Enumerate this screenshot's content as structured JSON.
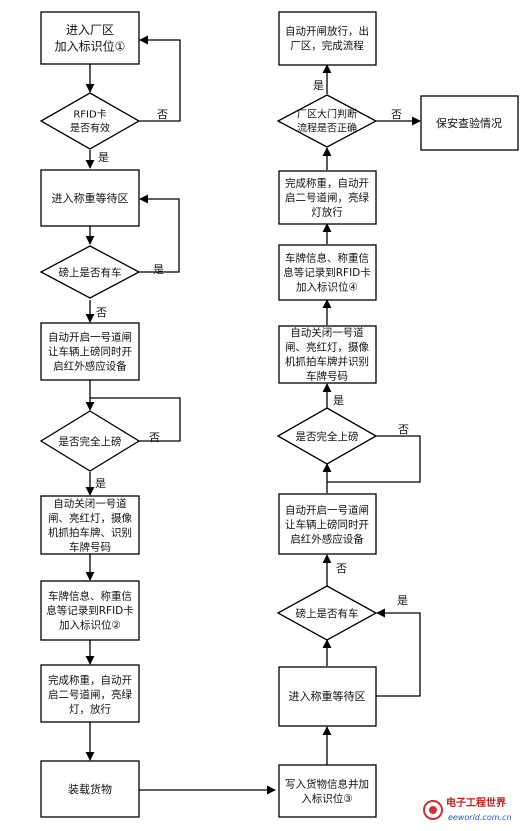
{
  "left_column": {
    "n1": [
      "进入厂区",
      "加入标识位①"
    ],
    "d1": [
      "RFID卡",
      "是否有效"
    ],
    "n2": [
      "进入称重等待区"
    ],
    "d2": [
      "磅上是否有车"
    ],
    "n3": [
      "自动开启一号道闸",
      "让车辆上磅同时开",
      "启红外感应设备"
    ],
    "d3": [
      "是否完全上磅"
    ],
    "n4": [
      "自动关闭一号道",
      "闸、亮红灯，摄像",
      "机抓拍车牌、识别",
      "车牌号码"
    ],
    "n5": [
      "车牌信息、称重信",
      "息等记录到RFID卡",
      "加入标识位②"
    ],
    "n6": [
      "完成称重，自动开",
      "启二号道闸，亮绿",
      "灯，放行"
    ],
    "n7": [
      "装载货物"
    ]
  },
  "right_column": {
    "m7": [
      "写入货物信息并加",
      "入标识位③"
    ],
    "m6": [
      "进入称重等待区"
    ],
    "e2": [
      "磅上是否有车"
    ],
    "m5": [
      "自动开启一号道闸",
      "让车辆上磅同时开",
      "启红外感应设备"
    ],
    "e1": [
      "是否完全上磅"
    ],
    "m4": [
      "自动关闭一号道",
      "闸、亮红灯，摄像",
      "机抓拍车牌并识别",
      "车牌号码"
    ],
    "m3": [
      "车牌信息、称重信",
      "息等记录到RFID卡",
      "加入标识位④"
    ],
    "m2": [
      "完成称重，自动开",
      "启二号道闸，亮绿",
      "灯放行"
    ],
    "e0": [
      "厂区大门判断",
      "流程是否正确"
    ],
    "m1": [
      "自动开闸放行，出",
      "厂区，完成流程"
    ],
    "side": [
      "保安查验情况"
    ]
  },
  "labels": {
    "yes": "是",
    "no": "否"
  },
  "watermark": {
    "title": "电子工程世界",
    "url": "eeworld.com.cn"
  }
}
